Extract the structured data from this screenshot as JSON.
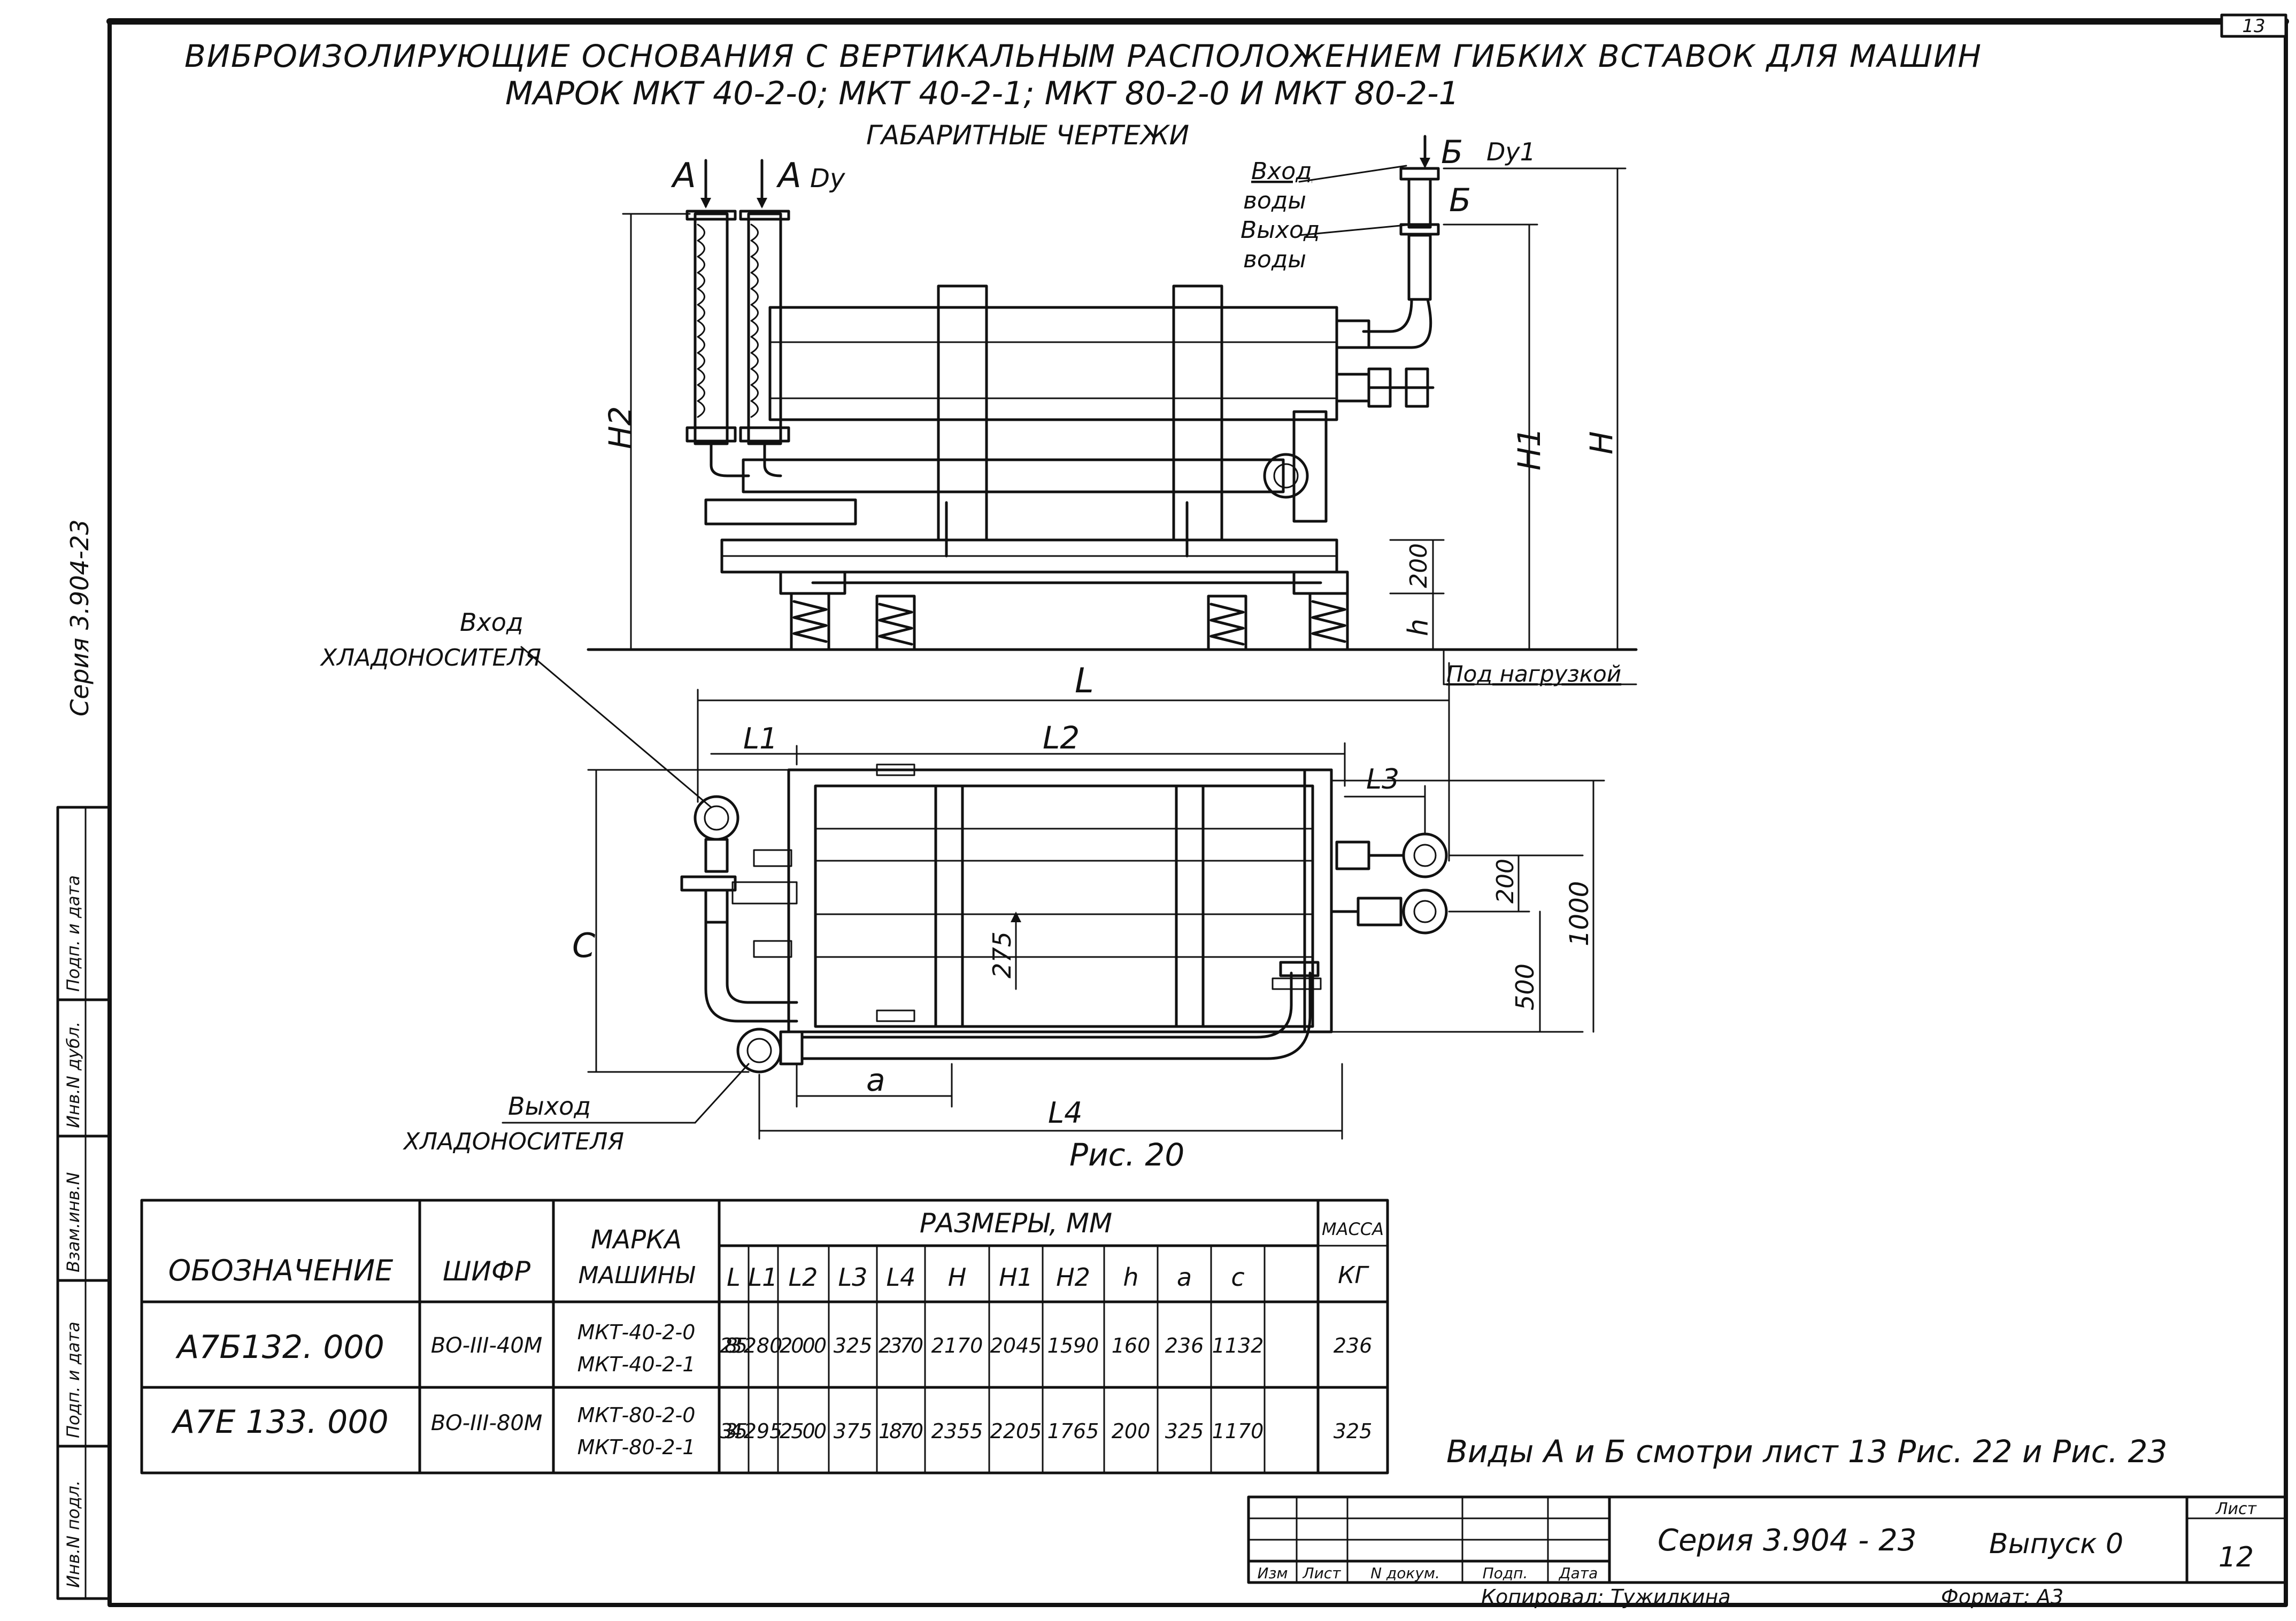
{
  "title": {
    "line1": "ВИБРОИЗОЛИРУЮЩИЕ   ОСНОВАНИЯ   С ВЕРТИКАЛЬНЫМ   РАСПОЛОЖЕНИЕМ    ГИБКИХ    ВСТАВОК  ДЛЯ  МАШИН",
    "line2": "МАРОК  МКТ 40-2-0;   МКТ 40-2-1;   МКТ 80-2-0  И  МКТ 80-2-1",
    "line3": "ГАБАРИТНЫЕ   ЧЕРТЕЖИ"
  },
  "sheet_corner": "13",
  "side_label": "Серия  3.904-23",
  "labels": {
    "A_left": "A",
    "A_right": "A",
    "Dy": "Dу",
    "B_top": "Б",
    "Dy1": "Dу1",
    "B_mid": "Б",
    "water_in_1": "Вход",
    "water_in_2": "воды",
    "water_out_1": "Выход",
    "water_out_2": "воды",
    "coolant_in_1": "Вход",
    "coolant_in_2": "ХЛАДОНОСИТЕЛЯ",
    "coolant_out_1": "Выход",
    "coolant_out_2": "ХЛАДОНОСИТЕЛЯ",
    "under_load": "Под  нагрузкой",
    "H2": "H2",
    "H1": "H1",
    "H": "H",
    "h": "h",
    "d200_side": "200",
    "L": "L",
    "L1": "L1",
    "L2": "L2",
    "L3": "L3",
    "L4": "L4",
    "C": "C",
    "a": "a",
    "d275": "275",
    "d200_plan": "200",
    "d500": "500",
    "d1000": "1000",
    "figure": "Рис. 20"
  },
  "table": {
    "col_designation": "ОБОЗНАЧЕНИЕ",
    "col_code": "ШИФР",
    "col_model_1": "МАРКА",
    "col_model_2": "МАШИНЫ",
    "col_sizes": "РАЗМЕРЫ,  ММ",
    "col_mass_1": "МАССА",
    "col_mass_2": "КГ",
    "dim_headers": [
      "L",
      "L1",
      "L2",
      "L3",
      "L4",
      "H",
      "H1",
      "H2",
      "h",
      "a",
      "c"
    ],
    "rows": [
      {
        "designation": "А7Б132. 000",
        "code": "ВО-III-40М",
        "model_1": "МКТ-40-2-0",
        "model_2": "МКТ-40-2-1",
        "dims": [
          "2835",
          "280",
          "2000",
          "325",
          "2370",
          "2170",
          "2045",
          "1590",
          "160",
          "236",
          "1132"
        ],
        "mass": "236"
      },
      {
        "designation": "А7Е 133. 000",
        "code": "ВО-III-80М",
        "model_1": "МКТ-80-2-0",
        "model_2": "МКТ-80-2-1",
        "dims": [
          "3345",
          "295",
          "2500",
          "375",
          "1870",
          "2355",
          "2205",
          "1765",
          "200",
          "325",
          "1170"
        ],
        "mass": "325"
      }
    ]
  },
  "note": "Виды А и Б  смотри  лист 13    Рис. 22 и Рис. 23",
  "stamp_side": [
    "Инв.N подл.",
    "Подп. и дата",
    "Взам.инв.N",
    "Инв.N дубл.",
    "Подп. и дата"
  ],
  "title_block": {
    "cols": [
      "Изм",
      "Лист",
      "N докум.",
      "Подп.",
      "Дата"
    ],
    "series": "Серия  3.904 - 23",
    "issue": "Выпуск 0",
    "sheet_label": "Лист",
    "sheet_num": "12",
    "copied": "Копировал: Тужилкина",
    "format": "Формат: А3"
  }
}
